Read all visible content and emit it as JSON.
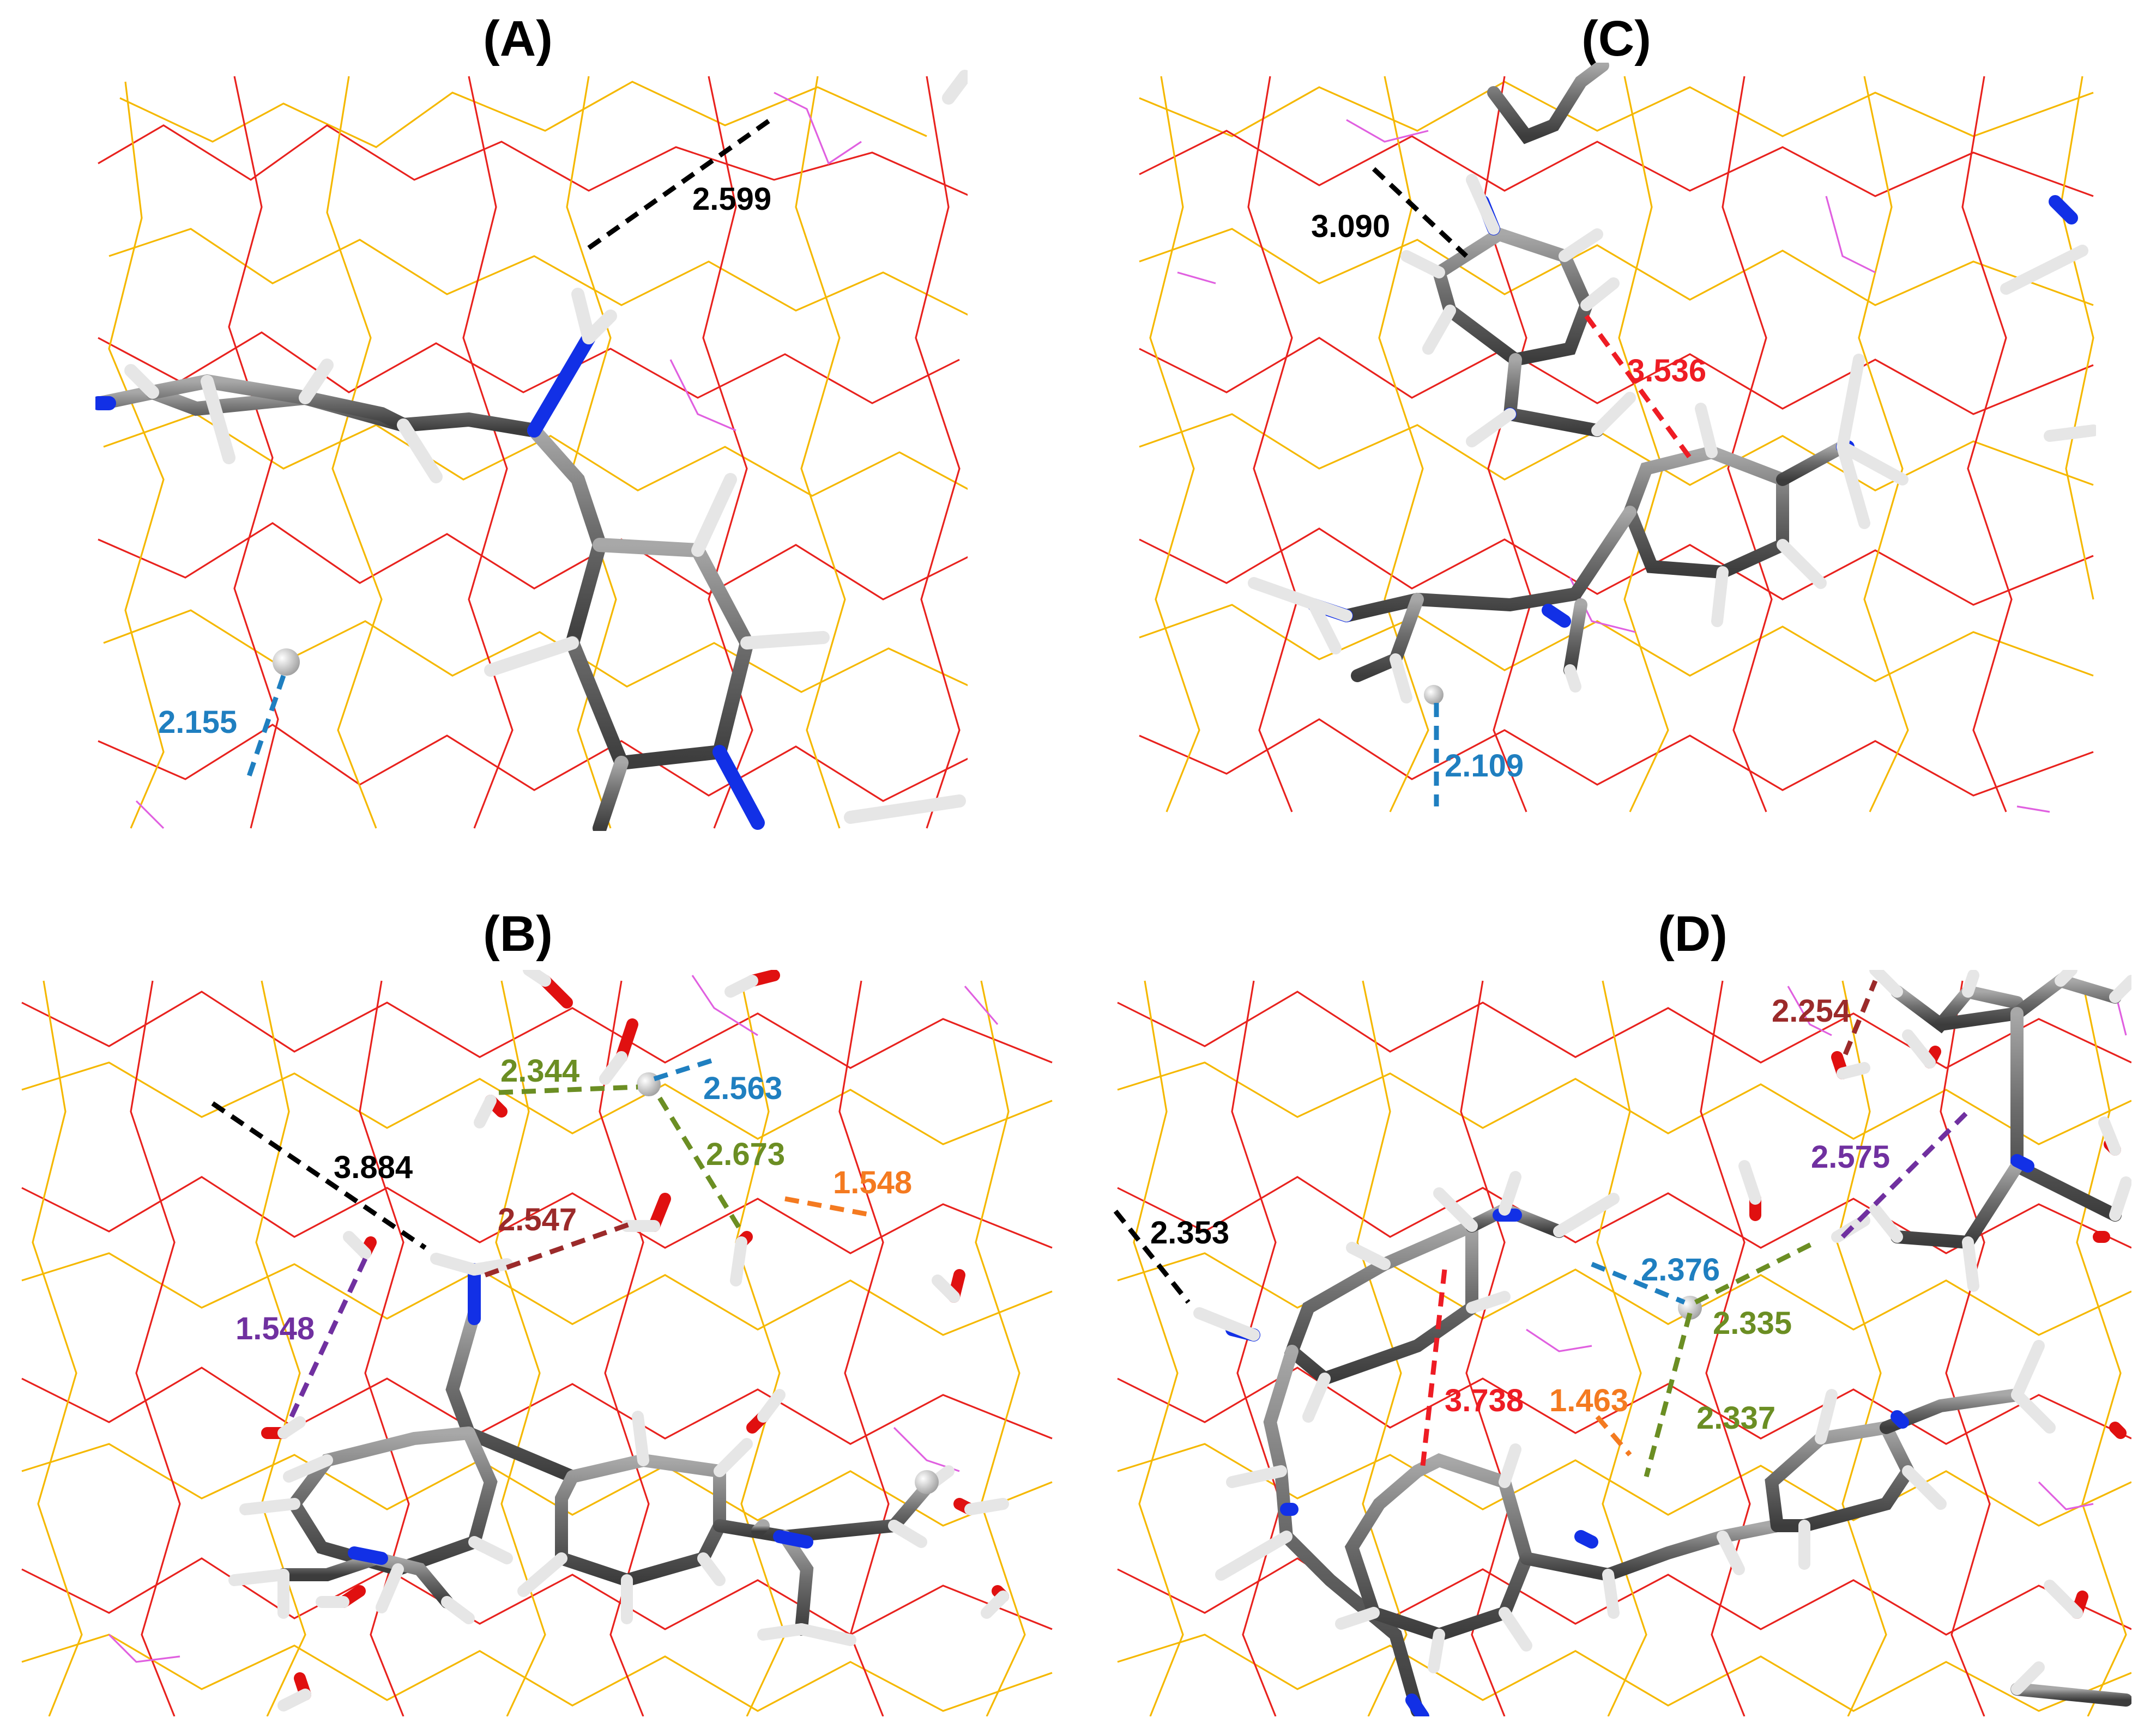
{
  "figure": {
    "panels": [
      {
        "id": "A",
        "label": "(A)",
        "distances": [
          {
            "value": "2.599",
            "color": "#000000",
            "role": "black-contact"
          },
          {
            "value": "2.155",
            "color": "#1f7fc0",
            "role": "blue-contact"
          }
        ]
      },
      {
        "id": "C",
        "label": "(C)",
        "distances": [
          {
            "value": "3.090",
            "color": "#000000",
            "role": "black-contact"
          },
          {
            "value": "3.536",
            "color": "#ee1c24",
            "role": "red-contact"
          },
          {
            "value": "2.109",
            "color": "#1f7fc0",
            "role": "blue-contact"
          }
        ]
      },
      {
        "id": "B",
        "label": "(B)",
        "distances": [
          {
            "value": "2.344",
            "color": "#6b8e23",
            "role": "green-contact-1"
          },
          {
            "value": "2.563",
            "color": "#1f7fc0",
            "role": "blue-contact"
          },
          {
            "value": "3.884",
            "color": "#000000",
            "role": "black-contact"
          },
          {
            "value": "2.673",
            "color": "#6b8e23",
            "role": "green-contact-2"
          },
          {
            "value": "1.548",
            "color": "#f47a20",
            "role": "orange-contact"
          },
          {
            "value": "2.547",
            "color": "#9b2a2a",
            "role": "brown-contact"
          },
          {
            "value": "1.548",
            "color": "#7030a0",
            "role": "purple-contact"
          }
        ]
      },
      {
        "id": "D",
        "label": "(D)",
        "distances": [
          {
            "value": "2.254",
            "color": "#9b2a2a",
            "role": "brown-contact"
          },
          {
            "value": "2.575",
            "color": "#7030a0",
            "role": "purple-contact"
          },
          {
            "value": "2.353",
            "color": "#000000",
            "role": "black-contact"
          },
          {
            "value": "2.376",
            "color": "#1f7fc0",
            "role": "blue-contact"
          },
          {
            "value": "2.335",
            "color": "#6b8e23",
            "role": "green-contact-1"
          },
          {
            "value": "3.738",
            "color": "#ee1c24",
            "role": "red-contact"
          },
          {
            "value": "1.463",
            "color": "#f47a20",
            "role": "orange-contact"
          },
          {
            "value": "2.337",
            "color": "#6b8e23",
            "role": "green-contact-2"
          }
        ]
      }
    ],
    "colors": {
      "wire_yellow": "#f5b800",
      "wire_red": "#e8221e",
      "wire_pink": "#e060e0",
      "carbon": "#6b6b6b",
      "hydrogen": "#e6e6e6",
      "nitrogen": "#1230e6",
      "oxygen": "#e01010"
    }
  }
}
